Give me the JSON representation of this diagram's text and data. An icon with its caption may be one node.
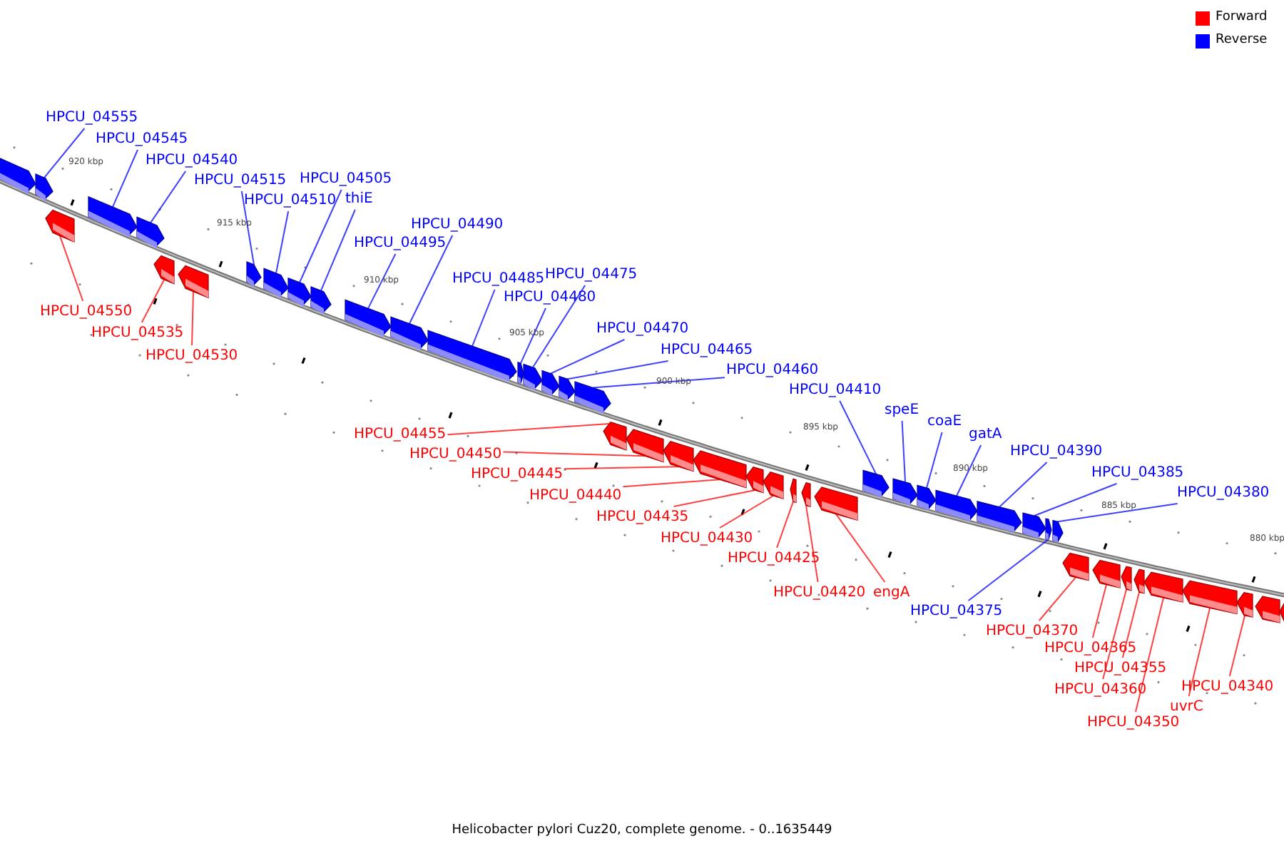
{
  "diagram": {
    "caption": "Helicobacter pylori Cuz20, complete genome. - 0..1635449",
    "nodes": [
      {
        "text": [
          "HPCU_04555"
        ]
      },
      {
        "text": [
          "HPCU_04545"
        ]
      },
      {
        "text": [
          "HPCU_04540"
        ]
      },
      {
        "text": [
          "HPCU_04515"
        ]
      },
      {
        "text": [
          "HPCU_04510"
        ]
      },
      {
        "text": [
          "HPCU_04505"
        ]
      },
      {
        "text": [
          "thiE"
        ]
      },
      {
        "text": [
          "HPCU_04495"
        ]
      },
      {
        "text": [
          "HPCU_04490"
        ]
      },
      {
        "text": [
          "HPCU_04485"
        ]
      },
      {
        "text": [
          "HPCU_04480"
        ]
      },
      {
        "text": [
          "HPCU_04475"
        ]
      },
      {
        "text": [
          "HPCU_04470"
        ]
      },
      {
        "text": [
          "HPCU_04465"
        ]
      },
      {
        "text": [
          "HPCU_04460"
        ]
      },
      {
        "text": [
          "HPCU_04410"
        ]
      },
      {
        "text": [
          "speE"
        ]
      },
      {
        "text": [
          "coaE"
        ]
      },
      {
        "text": [
          "gatA"
        ]
      },
      {
        "text": [
          "HPCU_04390"
        ]
      },
      {
        "text": [
          "HPCU_04385"
        ]
      },
      {
        "text": [
          "HPCU_04380"
        ]
      },
      {
        "text": [
          "HPCU_04375"
        ]
      },
      {
        "text": [
          "HPCU_04550"
        ]
      },
      {
        "text": [
          "HPCU_04535"
        ]
      },
      {
        "text": [
          "HPCU_04530"
        ]
      },
      {
        "text": [
          "HPCU_04455"
        ]
      },
      {
        "text": [
          "HPCU_04450"
        ]
      },
      {
        "text": [
          "HPCU_04445"
        ]
      },
      {
        "text": [
          "HPCU_04440"
        ]
      },
      {
        "text": [
          "HPCU_04435"
        ]
      },
      {
        "text": [
          "HPCU_04430"
        ]
      },
      {
        "text": [
          "HPCU_04425"
        ]
      },
      {
        "text": [
          "HPCU_04420"
        ]
      },
      {
        "text": [
          "engA"
        ]
      },
      {
        "text": [
          "HPCU_04370"
        ]
      },
      {
        "text": [
          "HPCU_04365"
        ]
      },
      {
        "text": [
          "HPCU_04355"
        ]
      },
      {
        "text": [
          "HPCU_04360"
        ]
      },
      {
        "text": [
          "uvrC"
        ]
      },
      {
        "text": [
          "HPCU_04350"
        ]
      },
      {
        "text": [
          "HPCU_04340"
        ]
      },
      {
        "text": [],
        "shape": "bar"
      },
      {
        "text": [],
        "shape": "bar"
      },
      {
        "text": [],
        "shape": "bar"
      },
      {
        "text": [],
        "shape": "bar"
      },
      {
        "text": [],
        "shape": "bar"
      },
      {
        "text": [],
        "shape": "bar"
      },
      {
        "text": [],
        "shape": "bar"
      },
      {
        "text": [],
        "shape": "bar"
      },
      {
        "text": [],
        "shape": "bar"
      },
      {
        "text": [],
        "shape": "bar"
      },
      {
        "text": [],
        "shape": "bar"
      },
      {
        "text": [],
        "shape": "bar"
      },
      {
        "text": [],
        "shape": "bar"
      },
      {
        "text": [],
        "shape": "bar"
      },
      {
        "text": [],
        "shape": "bar"
      },
      {
        "text": [],
        "shape": "bar"
      },
      {
        "text": [],
        "shape": "bar"
      },
      {
        "text": [],
        "shape": "bar"
      },
      {
        "text": [],
        "shape": "bar"
      },
      {
        "text": [],
        "shape": "bar"
      },
      {
        "text": [],
        "shape": "bar"
      },
      {
        "text": [],
        "shape": "bar"
      },
      {
        "text": [],
        "shape": "bar"
      },
      {
        "text": [],
        "shape": "bar"
      },
      {
        "text": [],
        "shape": "bar"
      },
      {
        "text": [],
        "shape": "bar"
      },
      {
        "text": [],
        "shape": "bar"
      },
      {
        "text": [],
        "shape": "bar"
      },
      {
        "text": [],
        "shape": "bar"
      },
      {
        "text": [],
        "shape": "bar"
      },
      {
        "text": [],
        "shape": "bar"
      },
      {
        "text": [],
        "shape": "bar"
      },
      {
        "text": [],
        "shape": "bar"
      },
      {
        "text": [],
        "shape": "bar"
      },
      {
        "text": [],
        "shape": "bar"
      },
      {
        "text": [],
        "shape": "bar"
      },
      {
        "text": [],
        "shape": "bar"
      },
      {
        "text": [],
        "shape": "bar"
      },
      {
        "text": [],
        "shape": "bar"
      },
      {
        "text": [],
        "shape": "bar"
      },
      {
        "text": [],
        "shape": "bar"
      },
      {
        "text": [],
        "shape": "bar"
      },
      {
        "text": [],
        "shape": "bar"
      },
      {
        "text": [],
        "shape": "bar"
      },
      {
        "text": [],
        "shape": "bar"
      }
    ],
    "edges": [
      {
        "from": 0,
        "to": 43,
        "arrow": "none"
      },
      {
        "from": 1,
        "to": 45,
        "arrow": "none"
      },
      {
        "from": 2,
        "to": 46,
        "arrow": "none"
      },
      {
        "from": 3,
        "to": 49,
        "arrow": "none"
      },
      {
        "from": 4,
        "to": 50,
        "arrow": "none"
      },
      {
        "from": 5,
        "to": 51,
        "arrow": "none"
      },
      {
        "from": 6,
        "to": 52,
        "arrow": "none"
      },
      {
        "from": 7,
        "to": 53,
        "arrow": "none"
      },
      {
        "from": 8,
        "to": 54,
        "arrow": "none"
      },
      {
        "from": 9,
        "to": 55,
        "arrow": "none"
      },
      {
        "from": 10,
        "to": 56,
        "arrow": "none"
      },
      {
        "from": 11,
        "to": 57,
        "arrow": "none"
      },
      {
        "from": 12,
        "to": 58,
        "arrow": "none"
      },
      {
        "from": 13,
        "to": 59,
        "arrow": "none"
      },
      {
        "from": 14,
        "to": 60,
        "arrow": "none"
      },
      {
        "from": 15,
        "to": 70,
        "arrow": "none"
      },
      {
        "from": 16,
        "to": 71,
        "arrow": "none"
      },
      {
        "from": 17,
        "to": 72,
        "arrow": "none"
      },
      {
        "from": 18,
        "to": 73,
        "arrow": "none"
      },
      {
        "from": 19,
        "to": 74,
        "arrow": "none"
      },
      {
        "from": 20,
        "to": 75,
        "arrow": "none"
      },
      {
        "from": 21,
        "to": 77,
        "arrow": "none"
      },
      {
        "from": 22,
        "to": 76,
        "arrow": "none"
      },
      {
        "from": 23,
        "to": 44,
        "arrow": "none",
        "color": "#ff0000"
      },
      {
        "from": 24,
        "to": 47,
        "arrow": "none",
        "color": "#ff0000"
      },
      {
        "from": 25,
        "to": 48,
        "arrow": "none",
        "color": "#ff0000"
      },
      {
        "from": 26,
        "to": 61,
        "arrow": "none",
        "color": "#ff0000"
      },
      {
        "from": 27,
        "to": 62,
        "arrow": "none",
        "color": "#ff0000"
      },
      {
        "from": 28,
        "to": 63,
        "arrow": "none",
        "color": "#ff0000"
      },
      {
        "from": 29,
        "to": 64,
        "arrow": "none",
        "color": "#ff0000"
      },
      {
        "from": 30,
        "to": 65,
        "arrow": "none",
        "color": "#ff0000"
      },
      {
        "from": 31,
        "to": 66,
        "arrow": "none",
        "color": "#ff0000"
      },
      {
        "from": 32,
        "to": 67,
        "arrow": "none",
        "color": "#ff0000"
      },
      {
        "from": 33,
        "to": 68,
        "arrow": "none",
        "color": "#ff0000"
      },
      {
        "from": 34,
        "to": 69,
        "arrow": "none",
        "color": "#ff0000"
      },
      {
        "from": 35,
        "to": 78,
        "arrow": "none",
        "color": "#ff0000"
      },
      {
        "from": 36,
        "to": 79,
        "arrow": "none",
        "color": "#ff0000"
      },
      {
        "from": 37,
        "to": 81,
        "arrow": "none",
        "color": "#ff0000"
      },
      {
        "from": 38,
        "to": 80,
        "arrow": "none",
        "color": "#ff0000"
      },
      {
        "from": 39,
        "to": 83,
        "arrow": "none",
        "color": "#ff0000"
      },
      {
        "from": 40,
        "to": 82,
        "arrow": "none",
        "color": "#ff0000"
      },
      {
        "from": 41,
        "to": 84,
        "arrow": "none",
        "color": "#ff0000"
      }
    ],
    "labels": [
      "920 kbp",
      "915 kbp",
      "910 kbp",
      "905 kbp",
      "900 kbp",
      "895 kbp",
      "890 kbp",
      "885 kbp",
      "880 kbp"
    ],
    "legend": [
      {
        "text": "Forward",
        "color": "#ff0000"
      },
      {
        "text": "Reverse",
        "color": "#0000ff"
      }
    ]
  }
}
